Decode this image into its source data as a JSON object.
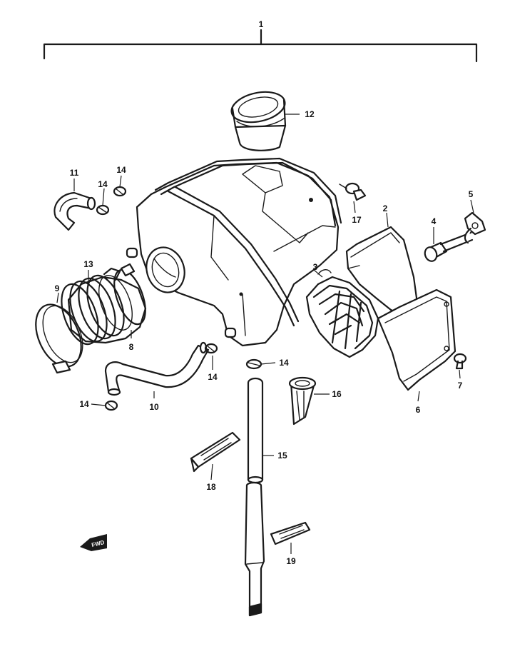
{
  "callouts": {
    "c1": "1",
    "c2": "2",
    "c3": "3",
    "c4": "4",
    "c5": "5",
    "c6": "6",
    "c7": "7",
    "c8": "8",
    "c9": "9",
    "c10": "10",
    "c11": "11",
    "c12": "12",
    "c13": "13",
    "c14a": "14",
    "c14b": "14",
    "c14c": "14",
    "c14d": "14",
    "c14e": "14",
    "c15": "15",
    "c16": "16",
    "c17": "17",
    "c18": "18",
    "c19": "19"
  },
  "fwd_label": "FWD"
}
